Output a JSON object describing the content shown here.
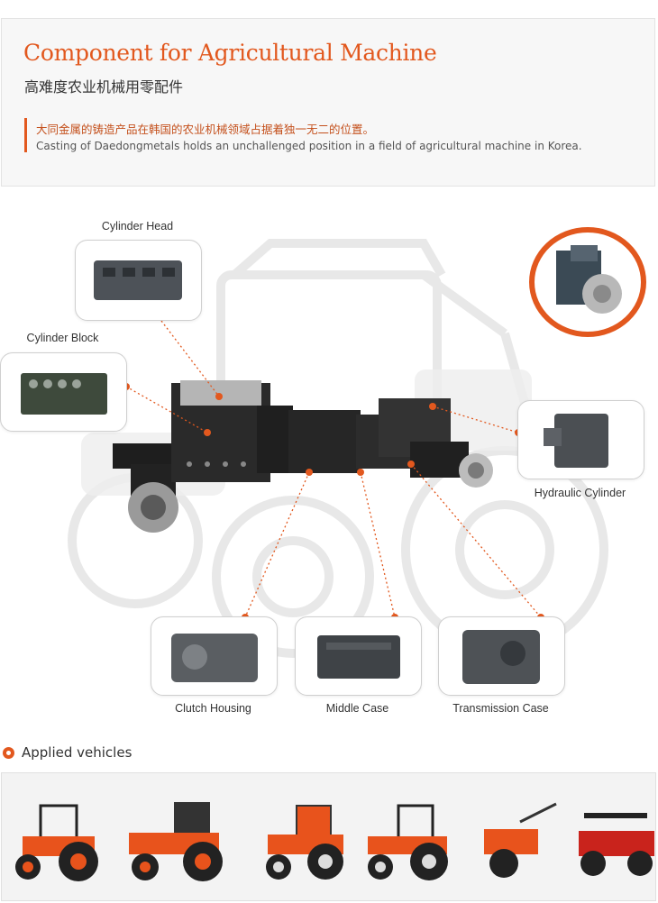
{
  "header": {
    "title_en": "Component for Agricultural Machine",
    "title_cn": "高难度农业机械用零配件",
    "desc_cn": "大同金属的铸造产品在韩国的农业机械领域占据着独一无二的位置。",
    "desc_en": "Casting of Daedongmetals holds an unchallenged position in a field of agricultural machine in Korea."
  },
  "parts": {
    "cylinder_head": "Cylinder Head",
    "cylinder_block": "Cylinder Block",
    "hydraulic_cylinder": "Hydraulic Cylinder",
    "clutch_housing": "Clutch Housing",
    "middle_case": "Middle Case",
    "transmission_case": "Transmission Case"
  },
  "applied": {
    "title": "Applied vehicles",
    "vehicles": [
      "tractor-large",
      "tractor-cab",
      "tractor-red",
      "tractor-compact",
      "walking-tiller",
      "utility-vehicle"
    ]
  },
  "colors": {
    "accent": "#e2581e",
    "tractor_orange": "#e8531c",
    "header_bg": "#f7f7f7"
  }
}
